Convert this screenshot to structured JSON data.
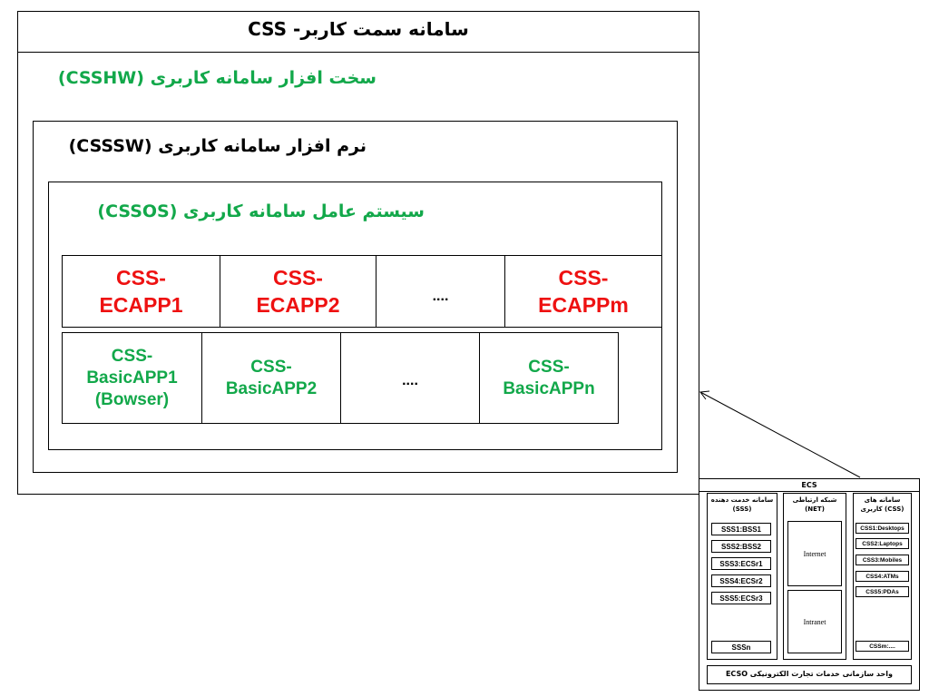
{
  "main": {
    "title": "سامانه سمت کاربر- CSS",
    "hw_title": "سخت افزار سامانه کاربری (CSSHW)",
    "sw_title": "نرم افزار سامانه کاربری (CSSSW)",
    "os_title": "سیستم عامل سامانه کاربری (CSSOS)",
    "ec_apps": [
      {
        "line1": "CSS-",
        "line2": "ECAPP1"
      },
      {
        "line1": "CSS-",
        "line2": "ECAPP2"
      },
      {
        "line1": "....",
        "line2": ""
      },
      {
        "line1": "CSS-",
        "line2": "ECAPPm"
      }
    ],
    "basic_apps": [
      {
        "line1": "CSS-",
        "line2": "BasicAPP1",
        "line3": "(Bowser)"
      },
      {
        "line1": "CSS-",
        "line2": "BasicAPP2",
        "line3": ""
      },
      {
        "line1": "....",
        "line2": "",
        "line3": ""
      },
      {
        "line1": "CSS-",
        "line2": "BasicAPPn",
        "line3": ""
      }
    ]
  },
  "ecs": {
    "title": "ECS",
    "sss_title_line1": "سامانه خدمت دهنده",
    "sss_title_line2": "(SSS)",
    "net_title_line1": "شبکه ارتباطی",
    "net_title_line2": "(NET)",
    "css_title_line1": "سامانه های",
    "css_title_line2": "کاربری (CSS)",
    "sss_items": [
      "SSS1:BSS1",
      "SSS2:BSS2",
      "SSS3:ECSr1",
      "SSS4:ECSr2",
      "SSS5:ECSr3"
    ],
    "sss_last": "SSSn",
    "net_items": [
      "Internet",
      "Intranet"
    ],
    "css_items": [
      "CSS1:Desktops",
      "CSS2:Laptops",
      "CSS3:Mobiles",
      "CSS4:ATMs",
      "CSS5:PDAs"
    ],
    "css_last": "CSSm:....",
    "footer": "واحد سازمانی خدمات تجارت الکترونیکی ECSO"
  },
  "colors": {
    "red": "#ee1111",
    "green": "#12a84a"
  }
}
